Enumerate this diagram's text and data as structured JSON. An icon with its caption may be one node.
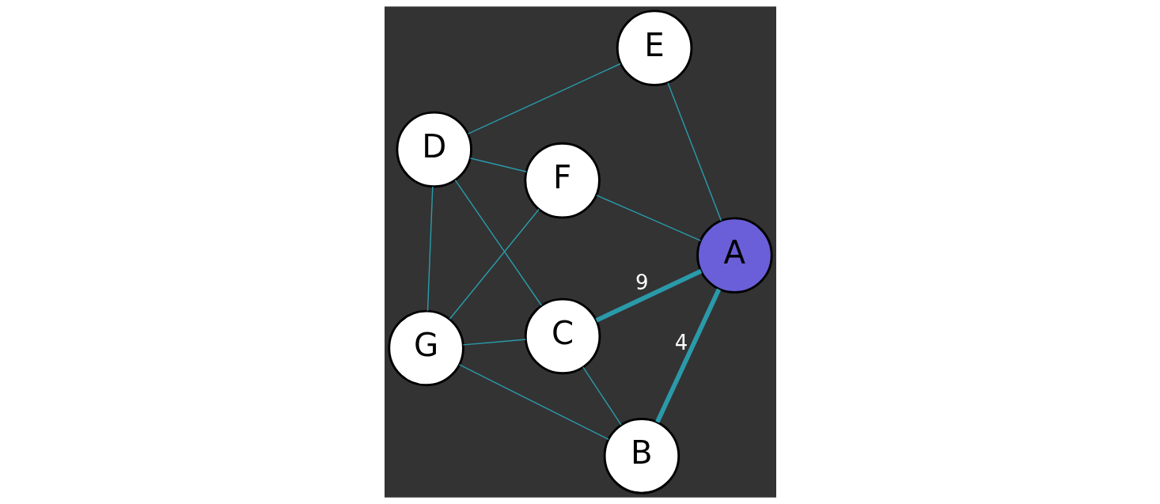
{
  "diagram": {
    "nodes": [
      {
        "text": [
          "A"
        ]
      },
      {
        "text": [
          "B"
        ]
      },
      {
        "text": [
          "C"
        ]
      },
      {
        "text": [
          "D"
        ]
      },
      {
        "text": [
          "E"
        ]
      },
      {
        "text": [
          "F"
        ]
      },
      {
        "text": [
          "G"
        ]
      }
    ],
    "edges": [
      {
        "from": 0,
        "to": 1,
        "arrow": "none",
        "label": "4",
        "style": "thick"
      },
      {
        "from": 0,
        "to": 2,
        "arrow": "none",
        "label": "9",
        "style": "thick"
      },
      {
        "from": 0,
        "to": 4,
        "arrow": "none"
      },
      {
        "from": 0,
        "to": 5,
        "arrow": "none"
      },
      {
        "from": 1,
        "to": 2,
        "arrow": "none"
      },
      {
        "from": 1,
        "to": 6,
        "arrow": "none"
      },
      {
        "from": 2,
        "to": 6,
        "arrow": "none"
      },
      {
        "from": 2,
        "to": 3,
        "arrow": "none"
      },
      {
        "from": 6,
        "to": 3,
        "arrow": "none"
      },
      {
        "from": 5,
        "to": 6,
        "arrow": "none"
      },
      {
        "from": 5,
        "to": 3,
        "arrow": "none"
      },
      {
        "from": 3,
        "to": 4,
        "arrow": "none"
      }
    ]
  }
}
